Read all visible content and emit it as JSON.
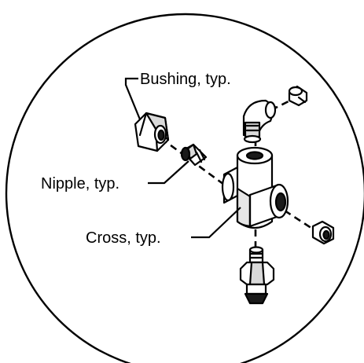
{
  "diagram": {
    "labels": {
      "bushing": "Bushing, typ.",
      "nipple": "Nipple, typ.",
      "cross": "Cross, typ."
    },
    "colors": {
      "stroke": "#000000",
      "fill_light": "#ffffff",
      "fill_shade": "#bfbfbf",
      "fill_dark": "#1a1a1a"
    },
    "parts": [
      "detail-circle",
      "pipe-cross",
      "hex-bushing",
      "pipe-nipple",
      "elbow-fitting",
      "end-cap",
      "hex-plug",
      "flare-connector",
      "assembly-dash-lines"
    ]
  }
}
